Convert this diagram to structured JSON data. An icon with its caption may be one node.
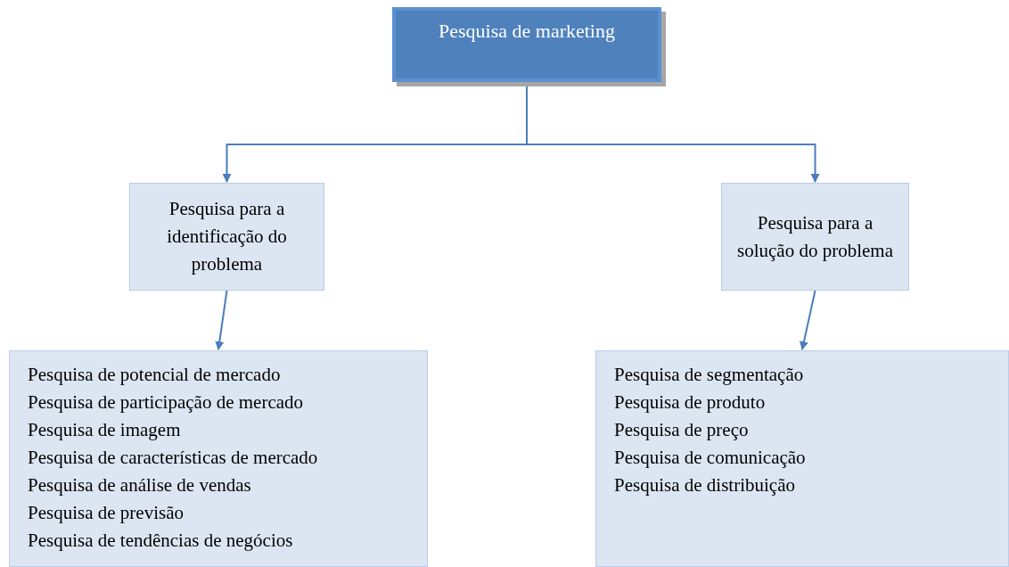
{
  "diagram": {
    "nodes": [
      {
        "text": [
          "Pesquisa de marketing"
        ]
      },
      {
        "text": [
          "Pesquisa para a identificação do problema"
        ]
      },
      {
        "text": [
          "Pesquisa para a solução do problema"
        ]
      },
      {
        "text": [
          "Pesquisa de potencial de mercado",
          "Pesquisa de participação de mercado",
          "Pesquisa de imagem",
          "Pesquisa de características de mercado",
          "Pesquisa de análise de vendas",
          "Pesquisa de previsão",
          "Pesquisa de tendências de negócios"
        ]
      },
      {
        "text": [
          "Pesquisa de segmentação",
          "Pesquisa de produto",
          "Pesquisa de preço",
          "Pesquisa de comunicação",
          "Pesquisa de distribuição"
        ]
      }
    ],
    "edges": [
      {
        "from": 0,
        "to": 1,
        "arrow": "to"
      },
      {
        "from": 0,
        "to": 2,
        "arrow": "to"
      },
      {
        "from": 1,
        "to": 3,
        "arrow": "to"
      },
      {
        "from": 2,
        "to": 4,
        "arrow": "to"
      }
    ]
  }
}
